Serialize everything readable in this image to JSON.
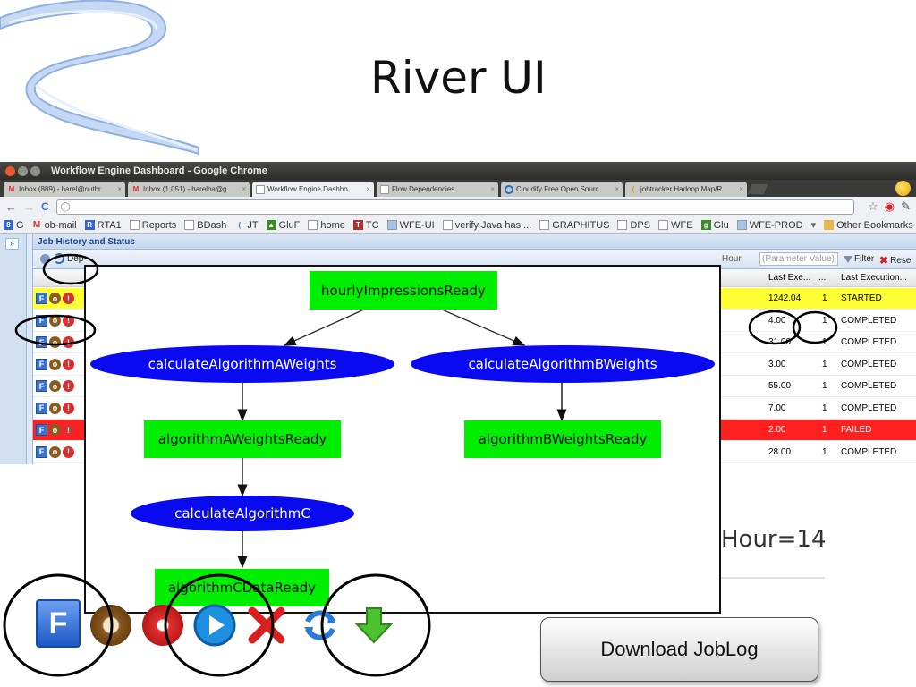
{
  "slide": {
    "title": "River UI"
  },
  "browser": {
    "window_title": "Workflow Engine Dashboard - Google Chrome",
    "tabs": [
      {
        "label": "Inbox (889) - harel@outbr",
        "icon": "gmail-icon",
        "active": false
      },
      {
        "label": "Inbox (1,051) - harelba@g",
        "icon": "gmail-icon",
        "active": false
      },
      {
        "label": "Workflow Engine Dashbo",
        "icon": "page-icon",
        "active": true
      },
      {
        "label": "Flow Dependencies",
        "icon": "page-icon",
        "active": false
      },
      {
        "label": "Cloudify Free Open Sourc",
        "icon": "cloudify-icon",
        "active": false
      },
      {
        "label": "jobtracker Hadoop Map/R",
        "icon": "hadoop-icon",
        "active": false
      }
    ],
    "bookmarks": [
      {
        "label": "G",
        "icon": "google-icon"
      },
      {
        "label": "ob-mail",
        "icon": "gmail-icon"
      },
      {
        "label": "RTA1",
        "icon": "rta-icon"
      },
      {
        "label": "Reports",
        "icon": "page-icon"
      },
      {
        "label": "BDash",
        "icon": "page-icon"
      },
      {
        "label": "JT",
        "icon": "hadoop-icon"
      },
      {
        "label": "GluF",
        "icon": "glu-icon"
      },
      {
        "label": "home",
        "icon": "page-icon"
      },
      {
        "label": "TC",
        "icon": "teamcity-icon"
      },
      {
        "label": "WFE-UI",
        "icon": "image-icon"
      },
      {
        "label": "verify Java has ...",
        "icon": "page-icon"
      },
      {
        "label": "GRAPHITUS",
        "icon": "page-icon"
      },
      {
        "label": "DPS",
        "icon": "page-icon"
      },
      {
        "label": "WFE",
        "icon": "page-icon"
      },
      {
        "label": "Glu",
        "icon": "glu-icon"
      },
      {
        "label": "WFE-PROD",
        "icon": "image-icon"
      }
    ],
    "other_bookmarks": "Other Bookmarks"
  },
  "app": {
    "panel_title": "Job History and Status",
    "toolbar": {
      "deps_label": "Dep",
      "hour_label": "Hour",
      "param_placeholder": "(Parameter Value)",
      "filter_label": "Filter",
      "reset_label": "Rese"
    },
    "grid": {
      "columns": [
        "Last Exe...",
        "...",
        "Last Execution..."
      ],
      "rows": [
        {
          "last_exec": "1242.04",
          "count": "1",
          "status": "STARTED",
          "state": "started"
        },
        {
          "last_exec": "4.00",
          "count": "1",
          "status": "COMPLETED",
          "state": "completed"
        },
        {
          "last_exec": "31.00",
          "count": "1",
          "status": "COMPLETED",
          "state": "completed"
        },
        {
          "last_exec": "3.00",
          "count": "1",
          "status": "COMPLETED",
          "state": "completed"
        },
        {
          "last_exec": "55.00",
          "count": "1",
          "status": "COMPLETED",
          "state": "completed"
        },
        {
          "last_exec": "7.00",
          "count": "1",
          "status": "COMPLETED",
          "state": "completed"
        },
        {
          "last_exec": "2.00",
          "count": "1",
          "status": "FAILED",
          "state": "failed"
        },
        {
          "last_exec": "28.00",
          "count": "1",
          "status": "COMPLETED",
          "state": "completed"
        }
      ],
      "row_icon_label": "F"
    }
  },
  "dag": {
    "nodes": {
      "hourlyImpressionsReady": "hourlyImpressionsReady",
      "calculateAlgorithmAWeights": "calculateAlgorithmAWeights",
      "calculateAlgorithmBWeights": "calculateAlgorithmBWeights",
      "algorithmAWeightsReady": "algorithmAWeightsReady",
      "algorithmBWeightsReady": "algorithmBWeightsReady",
      "calculateAlgorithmC": "calculateAlgorithmC",
      "algorithmCDataReady": "algorithmCDataReady"
    },
    "colors": {
      "data_node": "#00ee00",
      "task_node": "#0a0af0"
    }
  },
  "bottom": {
    "hour_text": "Hour=14",
    "big_icon_f": "F",
    "download_button": "Download JobLog"
  },
  "colors": {
    "started": "#ffff33",
    "failed": "#ff2020",
    "accent": "#15428b"
  }
}
